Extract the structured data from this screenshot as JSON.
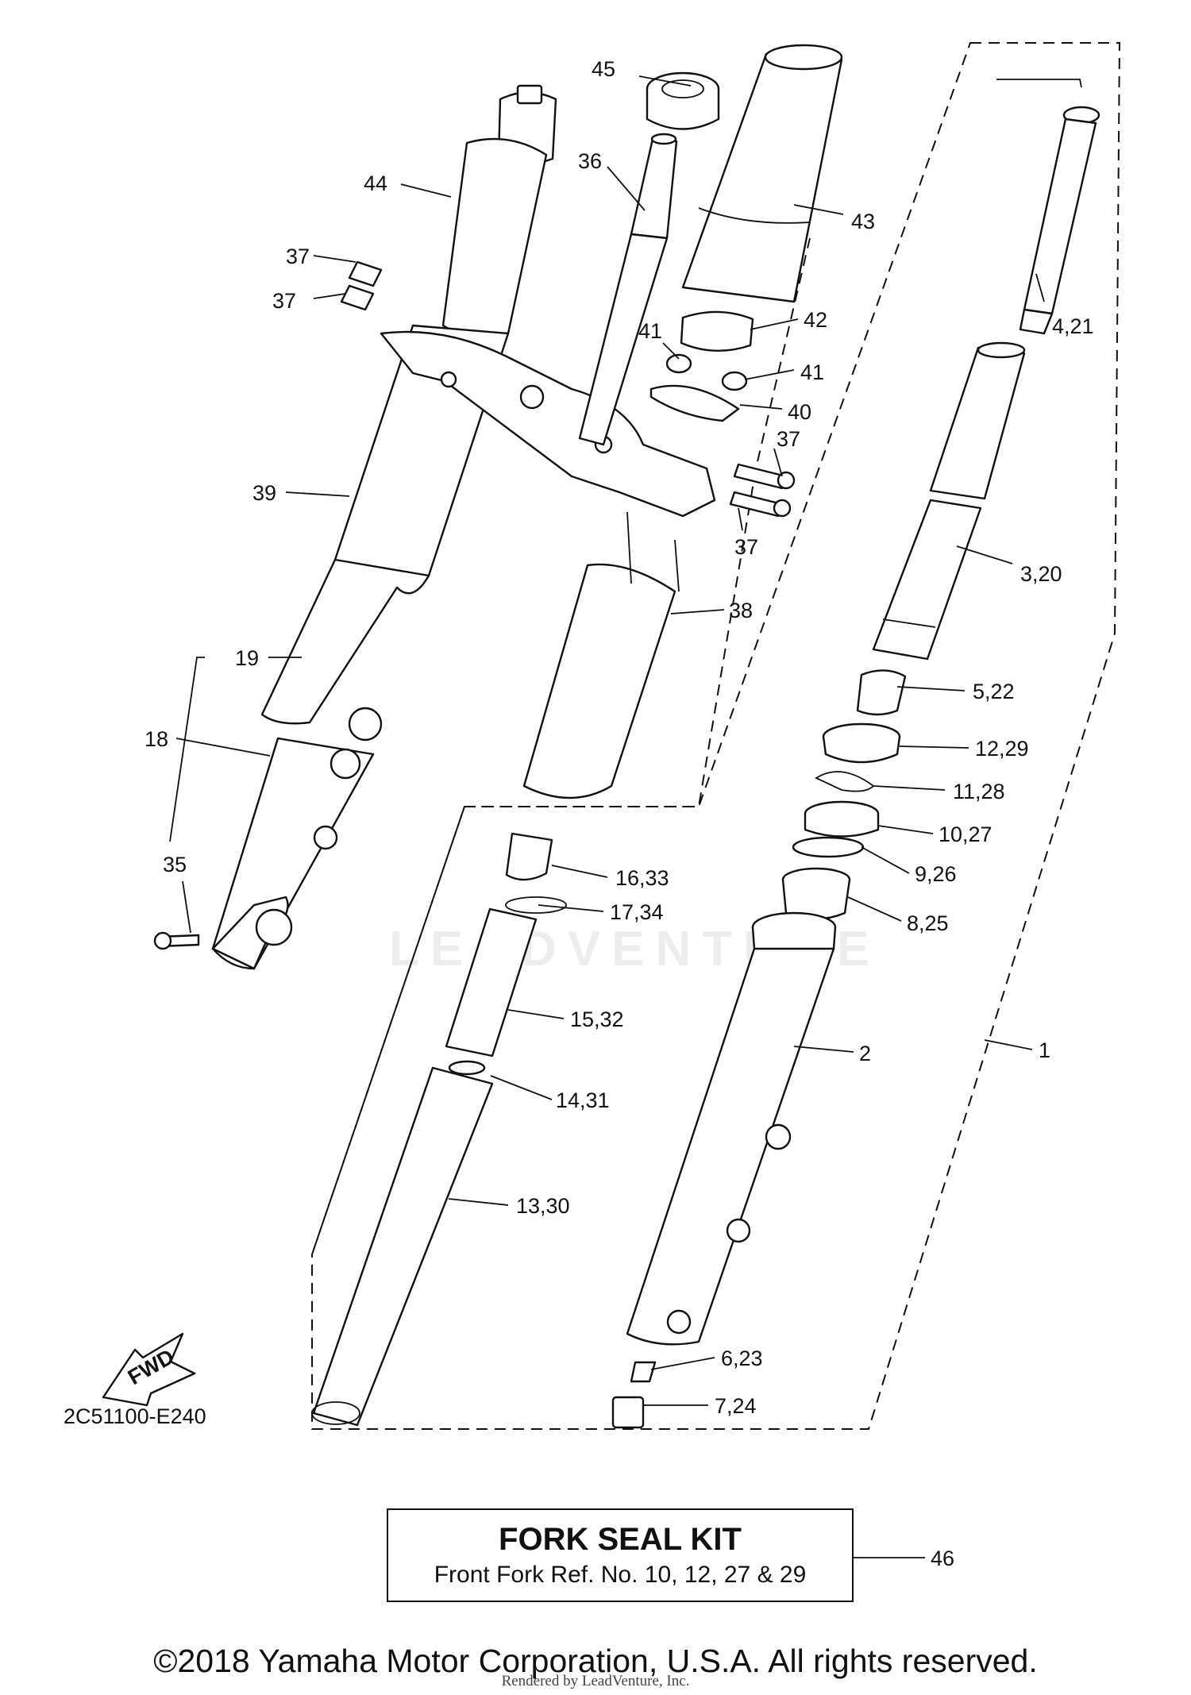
{
  "diagram": {
    "callouts": [
      "45",
      "36",
      "43",
      "44",
      "37",
      "37",
      "42",
      "41",
      "41",
      "40",
      "37",
      "37",
      "4,21",
      "39",
      "3,20",
      "38",
      "19",
      "5,22",
      "18",
      "12,29",
      "11,28",
      "10,27",
      "35",
      "16,33",
      "9,26",
      "17,34",
      "8,25",
      "15,32",
      "2",
      "1",
      "14,31",
      "13,30",
      "6,23",
      "7,24"
    ],
    "drawing_code": "2C51100-E240",
    "direction_label": "FWD"
  },
  "kit": {
    "title": "FORK SEAL KIT",
    "subtitle": "Front Fork Ref. No. 10, 12, 27 & 29",
    "ref_number": "46"
  },
  "watermark": "LEADVENTURE",
  "copyright": "©2018 Yamaha Motor Corporation, U.S.A. All rights reserved.",
  "credit": "Rendered by LeadVenture, Inc."
}
